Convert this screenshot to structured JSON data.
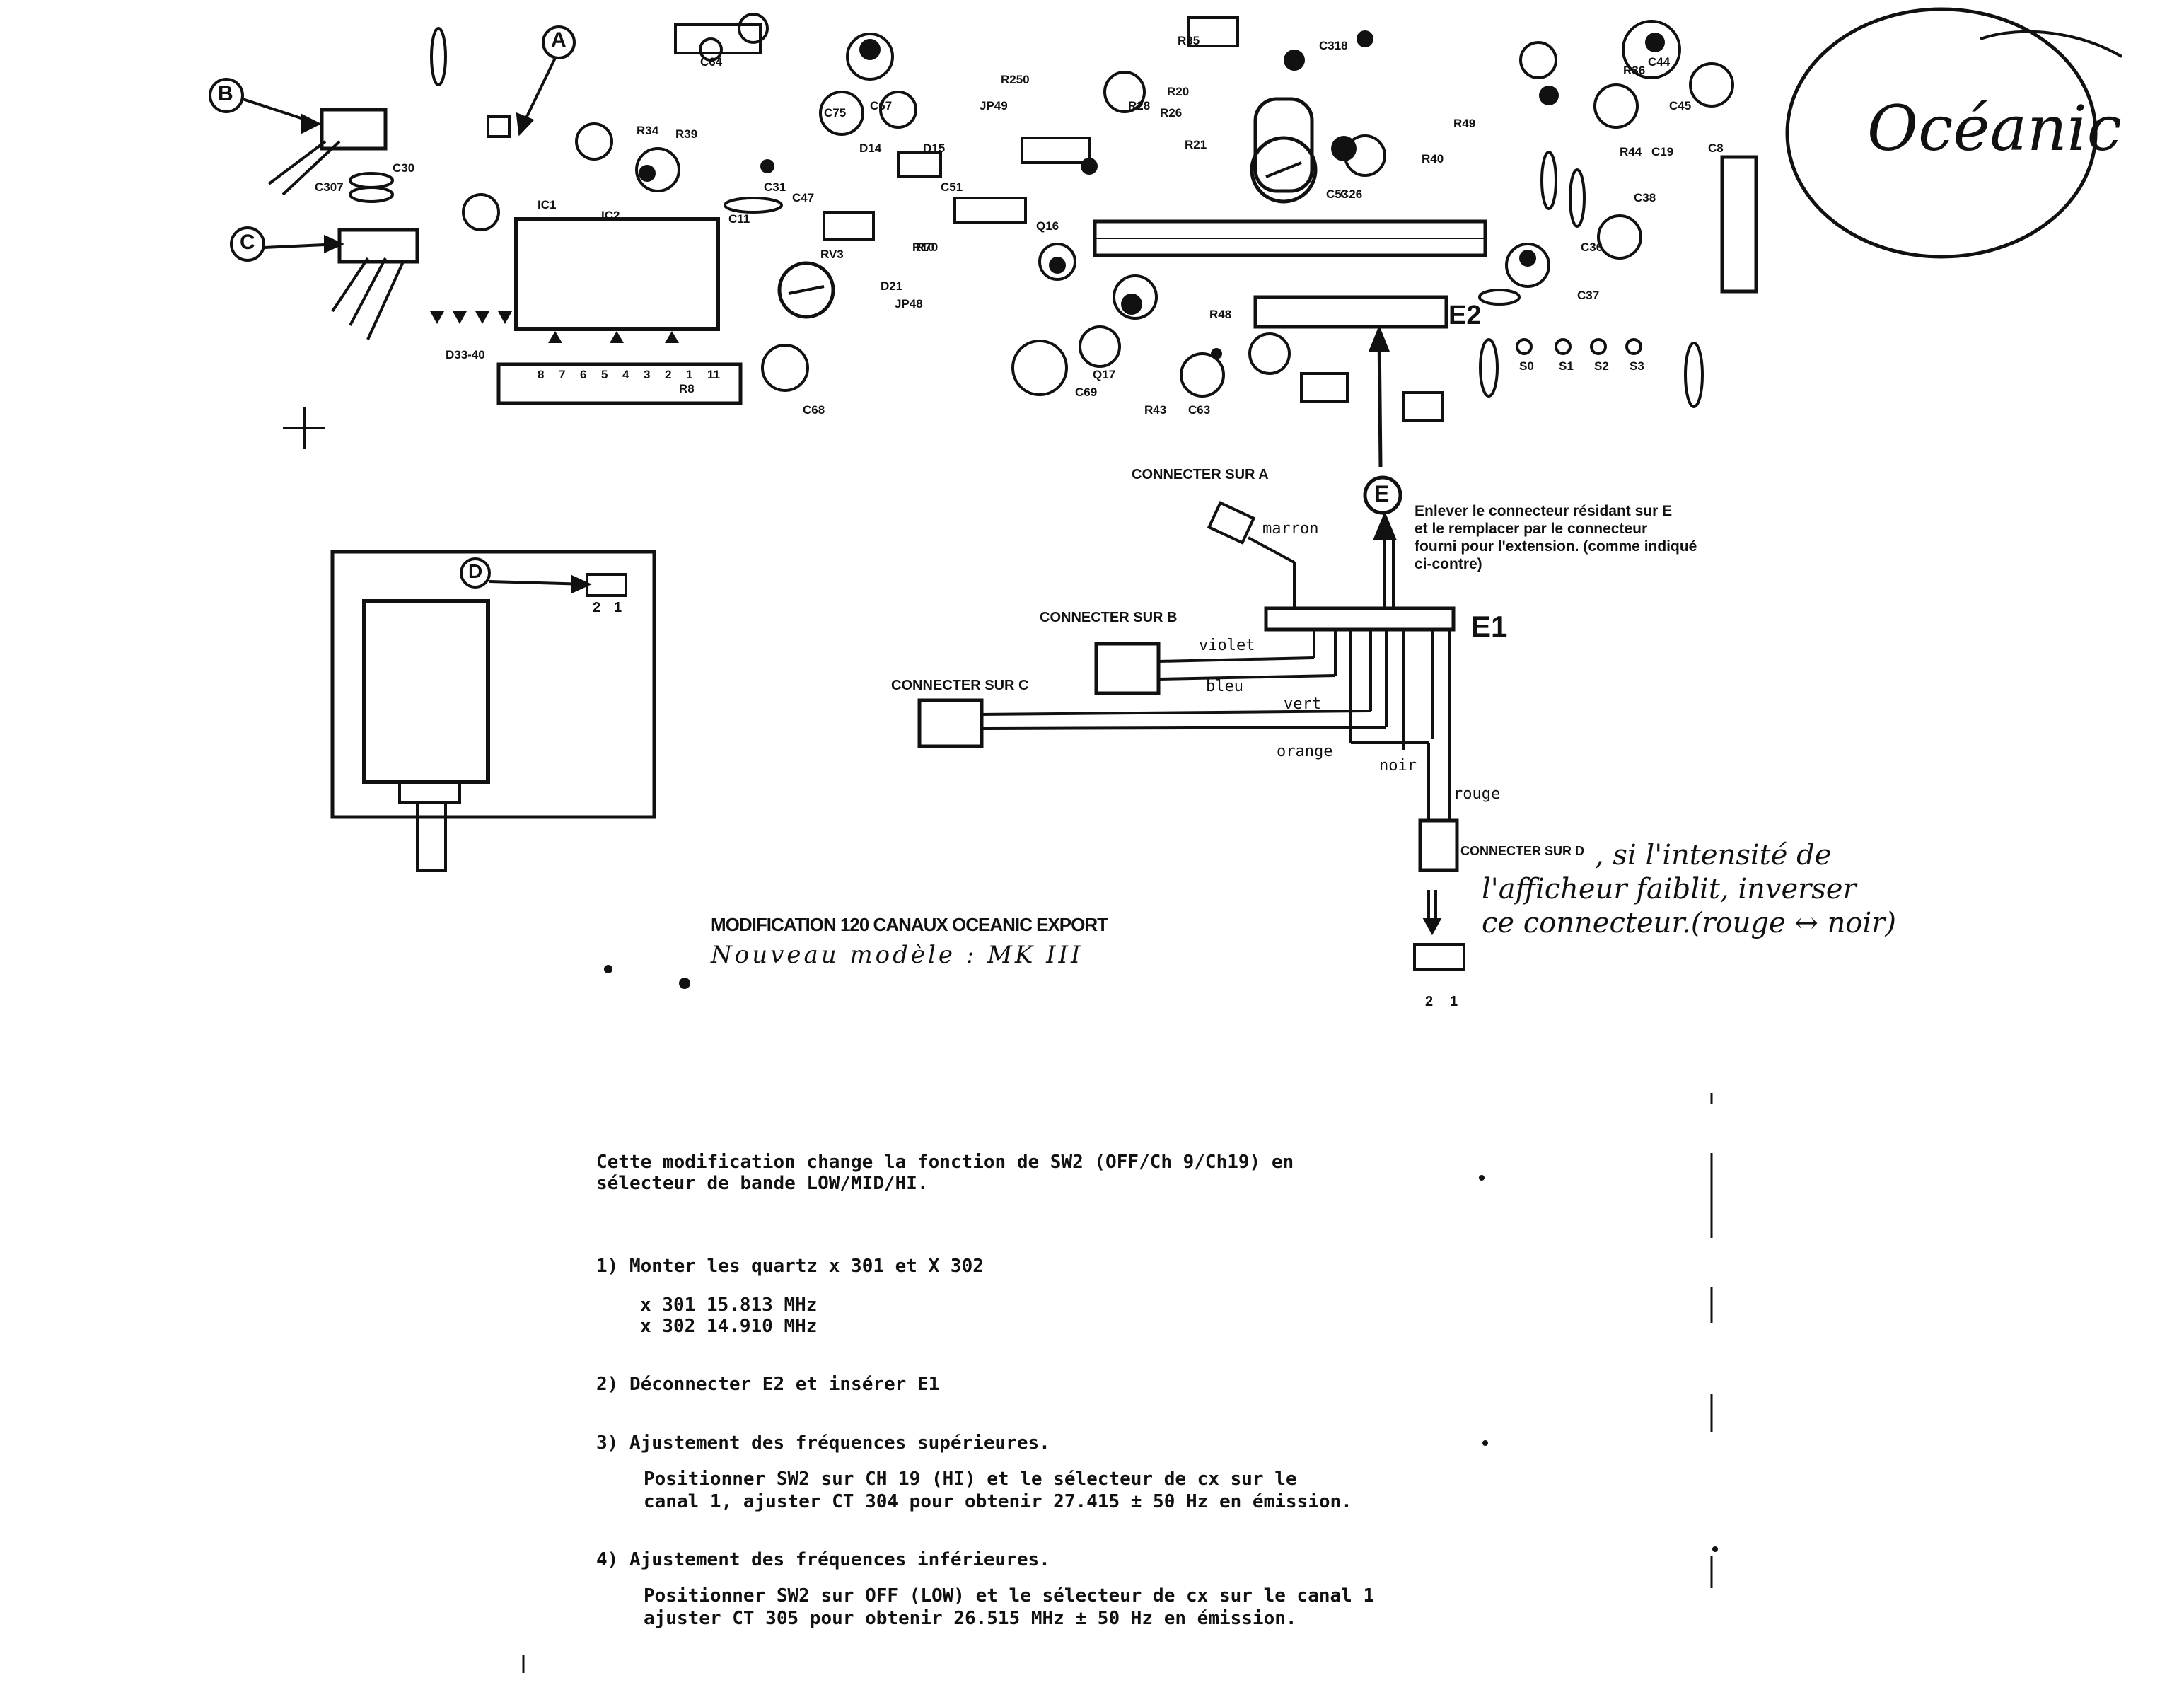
{
  "brand_note": "Océanic",
  "callouts": {
    "a": "A",
    "b": "B",
    "c": "C",
    "d": "D",
    "e": "E"
  },
  "connectors": {
    "e2": "E2",
    "e1": "E1",
    "sur_a": "CONNECTER SUR A",
    "sur_b": "CONNECTER SUR B",
    "sur_c": "CONNECTER SUR C",
    "sur_d": "CONNECTER SUR D",
    "pins_left": "2",
    "pins_right": "1"
  },
  "wires": {
    "marron": "marron",
    "violet": "violet",
    "bleu": "bleu",
    "vert": "vert",
    "orange": "orange",
    "noir": "noir",
    "rouge": "rouge"
  },
  "instruction_e": [
    "Enlever le connecteur résidant sur E",
    "et le remplacer par le connecteur",
    "fourni pour l'extension. (comme indiqué",
    "ci-contre)"
  ],
  "handwritten_d": [
    ", si l'intensité de",
    "l'afficheur faiblit, inverser",
    "ce connecteur.(rouge ↔ noir)"
  ],
  "modification_title": "MODIFICATION 120 CANAUX OCEANIC EXPORT",
  "model_note": "Nouveau modèle : MK III",
  "intro": [
    "Cette modification change la fonction de SW2 (OFF/Ch 9/Ch19) en",
    "sélecteur de bande LOW/MID/HI."
  ],
  "steps": [
    {
      "num": "1)",
      "title": "Monter les quartz x 301 et X 302",
      "lines": [
        "x 301  15.813 MHz",
        "x 302  14.910 MHz"
      ]
    },
    {
      "num": "2)",
      "title": "Déconnecter E2 et insérer E1",
      "lines": []
    },
    {
      "num": "3)",
      "title": "Ajustement des fréquences supérieures.",
      "lines": [
        "Positionner SW2 sur CH 19 (HI) et le sélecteur de cx sur le",
        "canal 1, ajuster CT 304 pour obtenir 27.415 ± 50 Hz en émission."
      ]
    },
    {
      "num": "4)",
      "title": "Ajustement des fréquences inférieures.",
      "lines": [
        "Positionner SW2 sur OFF (LOW) et le sélecteur de cx sur le canal 1",
        "ajuster CT 305 pour obtenir 26.515 MHz ± 50 Hz en émission."
      ]
    }
  ],
  "pcb_labels": [
    "C64",
    "R250",
    "R35",
    "C318",
    "C67",
    "C75",
    "JP49",
    "C45",
    "R40",
    "C26",
    "C307",
    "C30",
    "IC1",
    "IC2",
    "C31",
    "C11",
    "R70",
    "RV3",
    "C68",
    "C69",
    "C63",
    "D33-40",
    "C53",
    "R48",
    "C37",
    "C36",
    "S0",
    "S1",
    "S2",
    "S3",
    "Q17",
    "Q16",
    "R43",
    "C44",
    "C38",
    "R44",
    "R28",
    "R34",
    "D14",
    "D15",
    "C47",
    "C51",
    "C19",
    "R39",
    "R8",
    "R36",
    "D21",
    "JP48",
    "R20",
    "R21",
    "R26",
    "R49",
    "R10",
    "C8"
  ],
  "connector_pins": [
    "8",
    "7",
    "6",
    "5",
    "4",
    "3",
    "2",
    "1",
    "11"
  ]
}
